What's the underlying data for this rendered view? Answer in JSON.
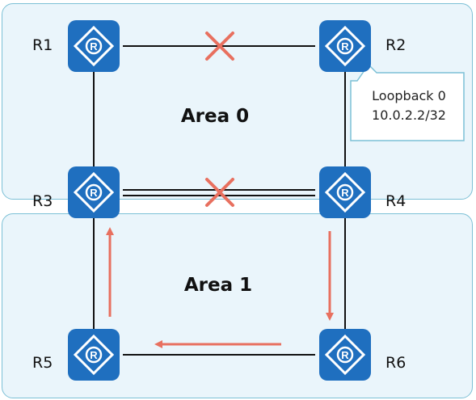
{
  "areas": [
    {
      "id": "area0",
      "label": "Area 0"
    },
    {
      "id": "area1",
      "label": "Area 1"
    }
  ],
  "routers": [
    {
      "id": "R1",
      "label": "R1",
      "icon": "router-icon"
    },
    {
      "id": "R2",
      "label": "R2",
      "icon": "router-icon"
    },
    {
      "id": "R3",
      "label": "R3",
      "icon": "router-icon"
    },
    {
      "id": "R4",
      "label": "R4",
      "icon": "router-icon"
    },
    {
      "id": "R5",
      "label": "R5",
      "icon": "router-icon"
    },
    {
      "id": "R6",
      "label": "R6",
      "icon": "router-icon"
    }
  ],
  "links": [
    {
      "from": "R1",
      "to": "R2",
      "status": "failed"
    },
    {
      "from": "R1",
      "to": "R3",
      "status": "up"
    },
    {
      "from": "R2",
      "to": "R4",
      "status": "up"
    },
    {
      "from": "R3",
      "to": "R4",
      "status": "failed"
    },
    {
      "from": "R3",
      "to": "R5",
      "status": "up"
    },
    {
      "from": "R4",
      "to": "R6",
      "status": "up"
    },
    {
      "from": "R5",
      "to": "R6",
      "status": "up"
    }
  ],
  "path": [
    "R4",
    "R6",
    "R5",
    "R3"
  ],
  "callout": {
    "line1": "Loopback 0",
    "line2": "10.0.2.2/32",
    "attached_to": "R2"
  },
  "colors": {
    "area_fill": "#eaf5fb",
    "area_border": "#7cc0d6",
    "router": "#1f6fbf",
    "failure_mark": "#e8705f",
    "path_arrow": "#e8705f",
    "link": "#111111"
  }
}
